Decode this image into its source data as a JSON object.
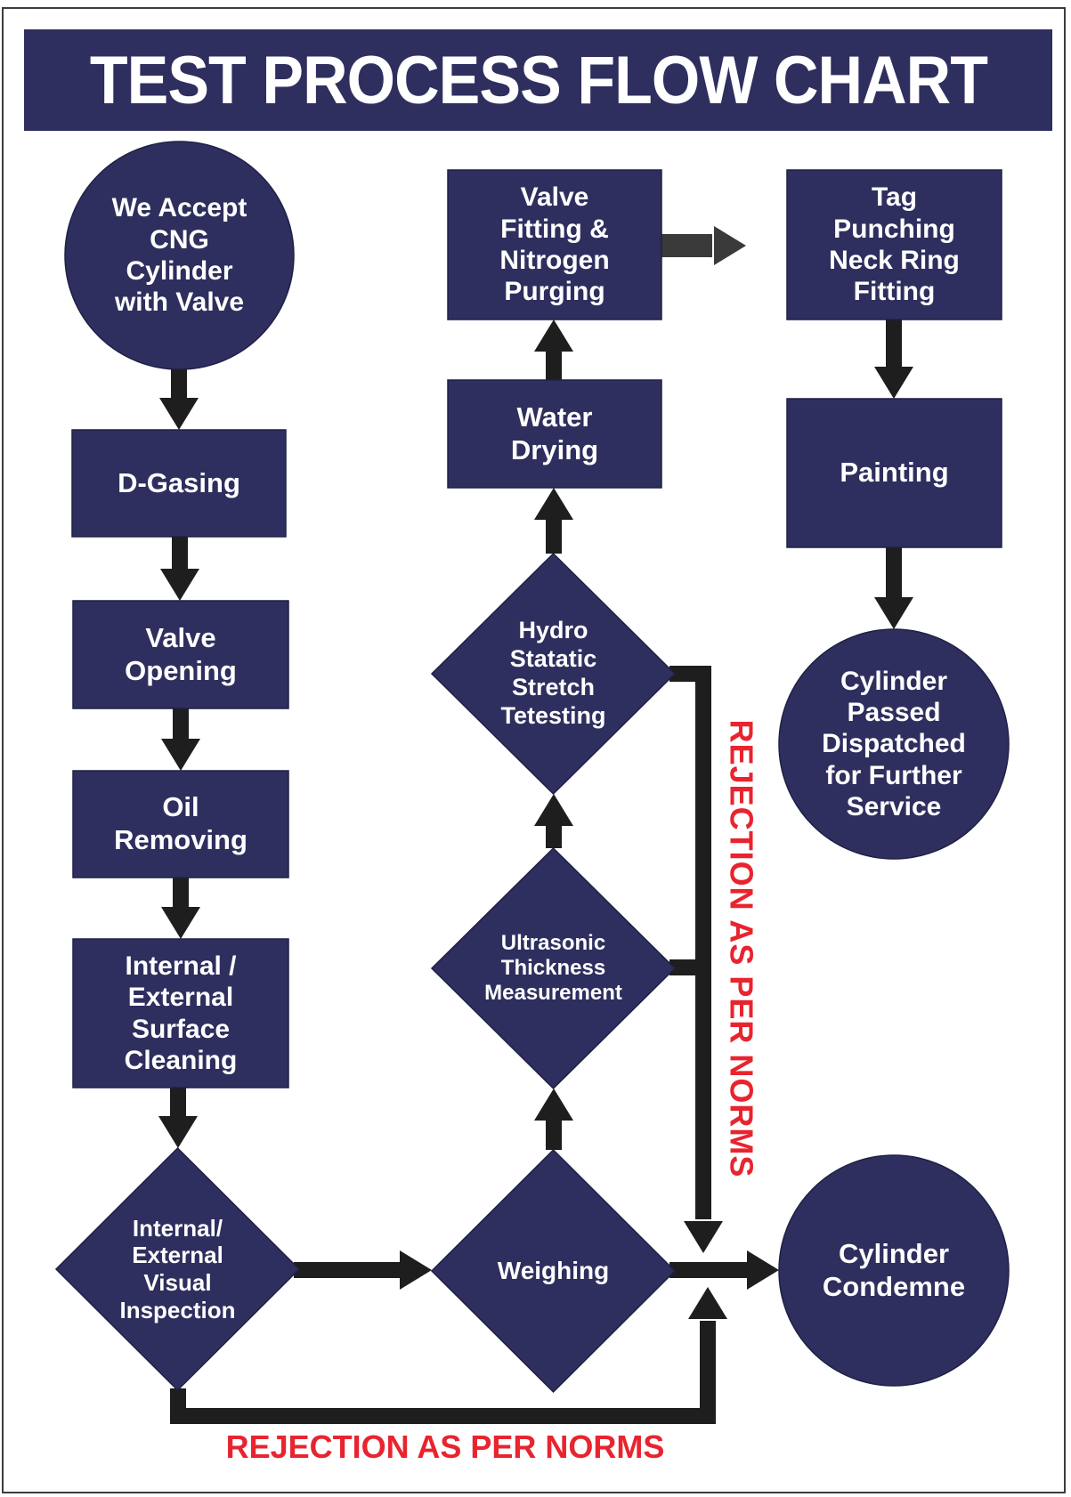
{
  "title": "TEST PROCESS FLOW CHART",
  "colors": {
    "node_fill": "#2e2f5e",
    "node_text": "#ffffff",
    "arrow": "#1e1e1e",
    "rejection_text": "#e8242f",
    "title_bg": "#2e2f5e"
  },
  "nodes": {
    "start": {
      "shape": "circle",
      "label": "We Accept\nCNG\nCylinder\nwith Valve"
    },
    "d_gasing": {
      "shape": "rect",
      "label": "D-Gasing"
    },
    "valve_opening": {
      "shape": "rect",
      "label": "Valve\nOpening"
    },
    "oil_removing": {
      "shape": "rect",
      "label": "Oil\nRemoving"
    },
    "surface_cleaning": {
      "shape": "rect",
      "label": "Internal /\nExternal\nSurface\nCleaning"
    },
    "visual_inspection": {
      "shape": "diamond",
      "label": "Internal/\nExternal\nVisual\nInspection"
    },
    "weighing": {
      "shape": "diamond",
      "label": "Weighing"
    },
    "ultrasonic": {
      "shape": "diamond",
      "label": "Ultrasonic\nThickness\nMeasurement"
    },
    "hydro": {
      "shape": "diamond",
      "label": "Hydro\nStatatic\nStretch\nTetesting"
    },
    "water_drying": {
      "shape": "rect",
      "label": "Water\nDrying"
    },
    "valve_fitting": {
      "shape": "rect",
      "label": "Valve\nFitting &\nNitrogen\nPurging"
    },
    "tag_punching": {
      "shape": "rect",
      "label": "Tag\nPunching\nNeck Ring\nFitting"
    },
    "painting": {
      "shape": "rect",
      "label": "Painting"
    },
    "passed": {
      "shape": "circle",
      "label": "Cylinder\nPassed\nDispatched\nfor Further\nService"
    },
    "condemne": {
      "shape": "circle",
      "label": "Cylinder\nCondemne"
    }
  },
  "edges": [
    {
      "from": "start",
      "to": "d_gasing"
    },
    {
      "from": "d_gasing",
      "to": "valve_opening"
    },
    {
      "from": "valve_opening",
      "to": "oil_removing"
    },
    {
      "from": "oil_removing",
      "to": "surface_cleaning"
    },
    {
      "from": "surface_cleaning",
      "to": "visual_inspection"
    },
    {
      "from": "visual_inspection",
      "to": "weighing"
    },
    {
      "from": "weighing",
      "to": "ultrasonic"
    },
    {
      "from": "ultrasonic",
      "to": "hydro"
    },
    {
      "from": "hydro",
      "to": "water_drying"
    },
    {
      "from": "water_drying",
      "to": "valve_fitting"
    },
    {
      "from": "valve_fitting",
      "to": "tag_punching"
    },
    {
      "from": "tag_punching",
      "to": "painting"
    },
    {
      "from": "painting",
      "to": "passed"
    },
    {
      "from": "weighing",
      "to": "condemne"
    },
    {
      "from": "hydro",
      "to": "condemne",
      "label": "rejection"
    },
    {
      "from": "ultrasonic",
      "to": "condemne",
      "label": "rejection"
    },
    {
      "from": "visual_inspection",
      "to": "condemne",
      "label": "rejection"
    }
  ],
  "rejection_labels": {
    "vertical": "REJECTION AS PER NORMS",
    "horizontal": "REJECTION AS PER NORMS"
  }
}
